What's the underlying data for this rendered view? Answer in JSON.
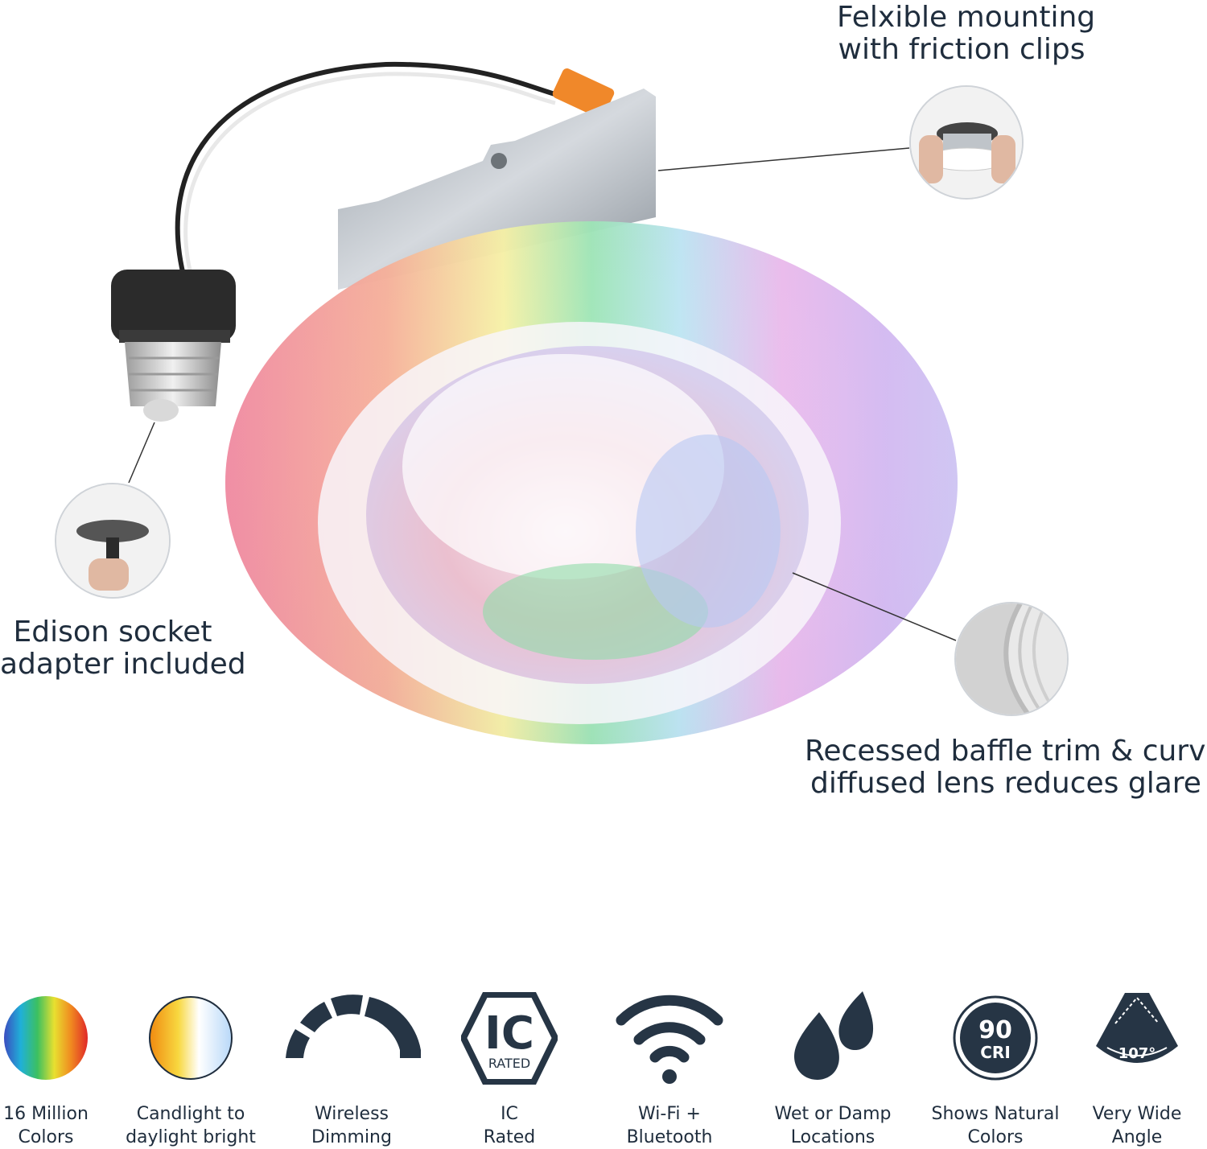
{
  "callouts": {
    "mounting": {
      "line1": "Felxible mounting",
      "line2": "with friction clips"
    },
    "socket": {
      "line1": "Edison socket",
      "line2": "adapter included"
    },
    "baffle": {
      "line1": "Recessed baffle trim & curved",
      "line2": "diffused lens reduces glare"
    }
  },
  "features": [
    {
      "icon": "rgb-color-wheel-icon",
      "line1": "16 Million",
      "line2": "Colors"
    },
    {
      "icon": "warm-to-cool-gradient-icon",
      "line1": "Candlight to",
      "line2": "daylight bright"
    },
    {
      "icon": "dimming-gauge-icon",
      "line1": "Wireless",
      "line2": "Dimming"
    },
    {
      "icon": "ic-rated-badge-icon",
      "line1": "IC",
      "line2": "Rated",
      "badge_top": "IC",
      "badge_bottom": "RATED"
    },
    {
      "icon": "wifi-icon",
      "line1": "Wi-Fi +",
      "line2": "Bluetooth"
    },
    {
      "icon": "water-drops-icon",
      "line1": "Wet or Damp",
      "line2": "Locations"
    },
    {
      "icon": "cri-badge-icon",
      "line1": "Shows Natural",
      "line2": "Colors",
      "badge_top": "90",
      "badge_bottom": "CRI"
    },
    {
      "icon": "beam-angle-icon",
      "line1": "Very Wide",
      "line2": "Angle",
      "badge_top": "107°"
    }
  ],
  "colors": {
    "text": "#1f2d3d",
    "icon": "#263545"
  }
}
